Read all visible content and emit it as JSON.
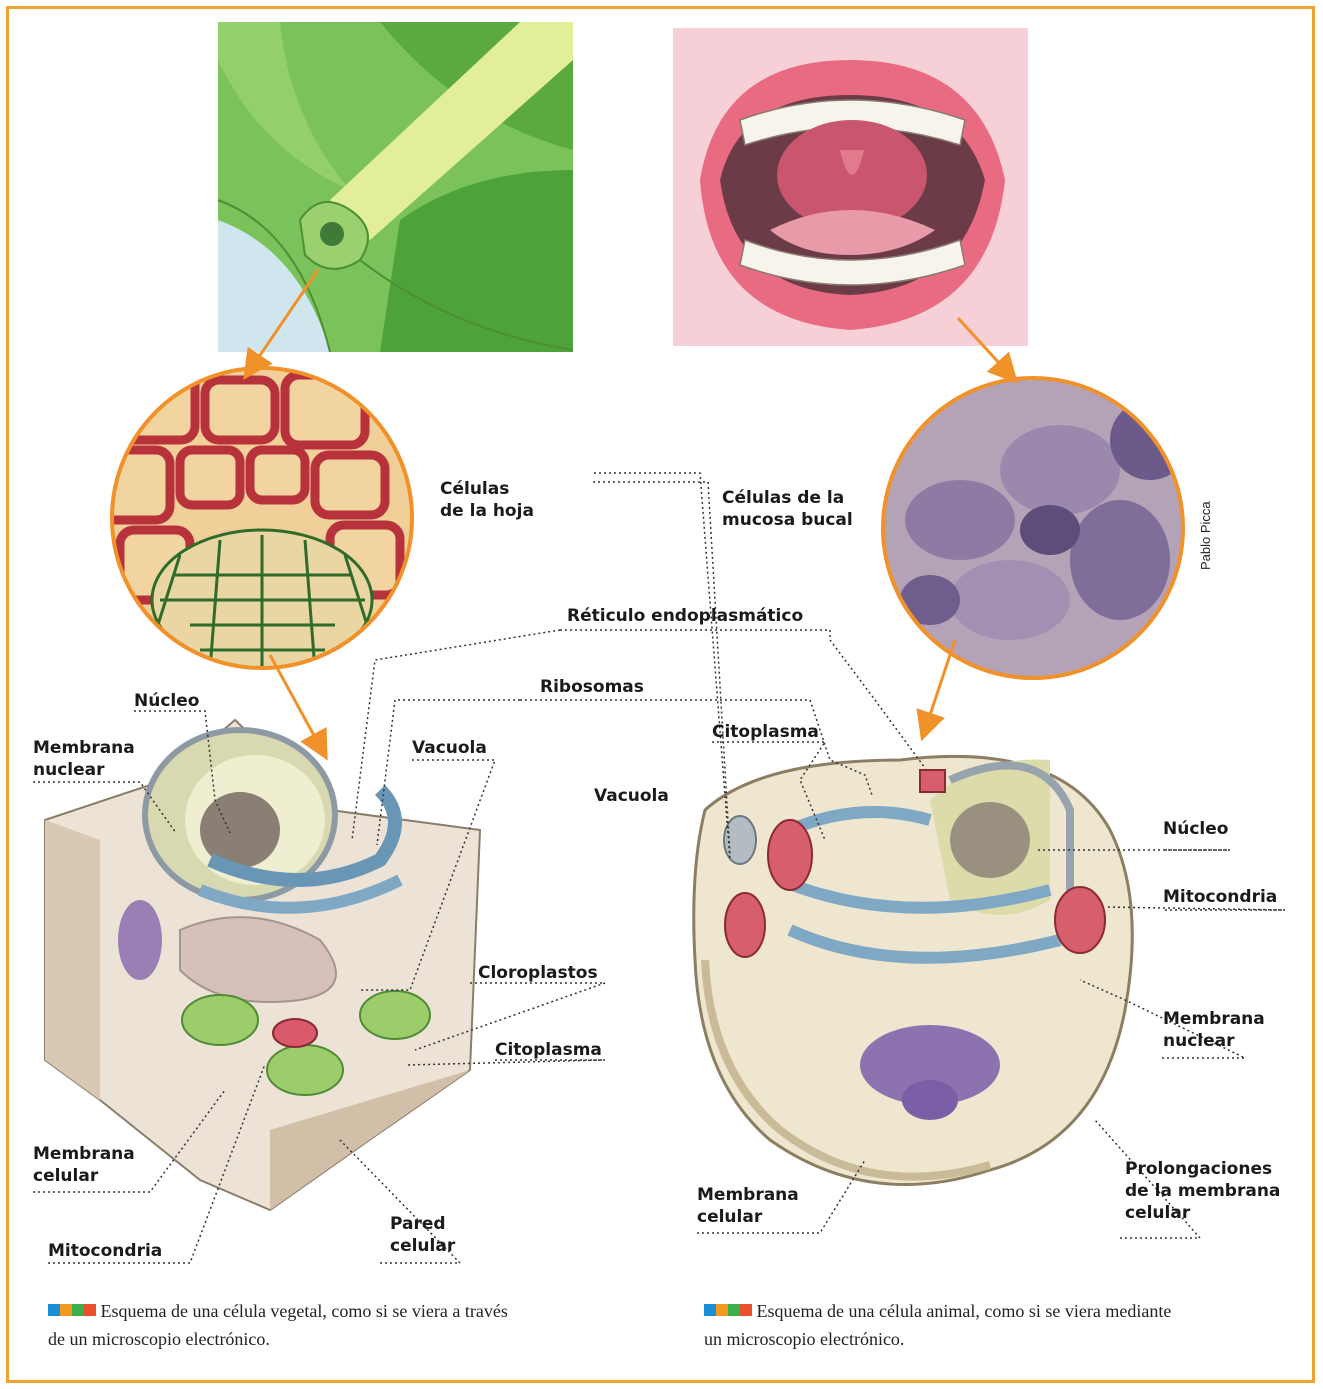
{
  "colors": {
    "frame": "#f0a330",
    "arrow": "#f0912a",
    "swatch": [
      "#1b8fd6",
      "#f39a1e",
      "#3db04a",
      "#e9502b"
    ]
  },
  "photo_labels": {
    "leaf_cells": "Células\nde la hoja",
    "mouth_cells": "Células de la\nmucosa bucal",
    "credit": "Pablo Picca"
  },
  "shared_labels": {
    "endoplasmic_reticulum": "Réticulo endoplasmático",
    "ribosomes": "Ribosomas"
  },
  "plant_cell": {
    "nucleus": "Núcleo",
    "nuclear_membrane": "Membrana\nnuclear",
    "vacuole": "Vacuola",
    "chloroplasts": "Cloroplastos",
    "cytoplasm": "Citoplasma",
    "cell_membrane": "Membrana\ncelular",
    "mitochondria": "Mitocondria",
    "cell_wall": "Pared\ncelular",
    "caption": "Esquema de una célula vegetal, como si se viera a través de un microscopio electrónico."
  },
  "animal_cell": {
    "cytoplasm": "Citoplasma",
    "vacuole": "Vacuola",
    "nucleus": "Núcleo",
    "mitochondria": "Mitocondria",
    "nuclear_membrane": "Membrana\nnuclear",
    "membrane_extensions": "Prolongaciones\nde la membrana\ncelular",
    "cell_membrane": "Membrana\ncelular",
    "caption": "Esquema de una célula animal, como si se viera mediante un microscopio electrónico."
  }
}
